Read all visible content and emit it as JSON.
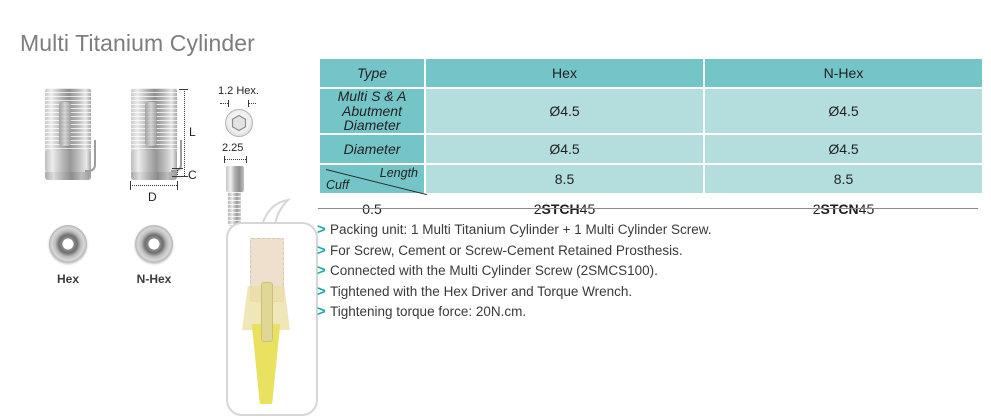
{
  "page": {
    "title": "Multi Titanium Cylinder",
    "title_color": "#7d7d7d",
    "accent_color": "#74c5c8",
    "accent_light_color": "#b3dedd",
    "bullet_arrow_color": "#18a9a6"
  },
  "figures": {
    "dimension_labels": {
      "length": "L",
      "cuff": "C",
      "diameter": "D",
      "hex_size": "1.2 Hex.",
      "screw_size": "2.25"
    },
    "topviews": [
      {
        "label": "Hex",
        "icon": "cylinder-top-view-hex-icon"
      },
      {
        "label": "N-Hex",
        "icon": "cylinder-top-view-nhex-icon"
      }
    ],
    "callout": {
      "name": "implant-cross-section-illustration"
    }
  },
  "table": {
    "columns": [
      "Type",
      "Hex",
      "N-Hex"
    ],
    "rows": [
      {
        "label": "Multi S & A\nAbutment Diameter",
        "label_lines": [
          "Multi S & A",
          "Abutment Diameter"
        ],
        "values": [
          "Ø4.5",
          "Ø4.5"
        ]
      },
      {
        "label": "Diameter",
        "label_lines": [
          "Diameter"
        ],
        "values": [
          "Ø4.5",
          "Ø4.5"
        ]
      },
      {
        "label_diagonal": {
          "top_right": "Length",
          "bottom_left": "Cuff"
        },
        "values": [
          "8.5",
          "8.5"
        ]
      }
    ],
    "code_row": {
      "cuff_value": "0.5",
      "codes": [
        {
          "prefix": "2",
          "bold": "STCH",
          "suffix": "45",
          "full": "2STCH45"
        },
        {
          "prefix": "2",
          "bold": "STCN",
          "suffix": "45",
          "full": "2STCN45"
        }
      ]
    }
  },
  "notes": [
    "Packing unit: 1 Multi Titanium Cylinder + 1 Multi Cylinder Screw.",
    "For Screw, Cement or Screw-Cement Retained Prosthesis.",
    "Connected with the Multi Cylinder Screw (2SMCS100).",
    "Tightened with the Hex Driver and Torque Wrench.",
    "Tightening torque force: 20N.cm."
  ]
}
